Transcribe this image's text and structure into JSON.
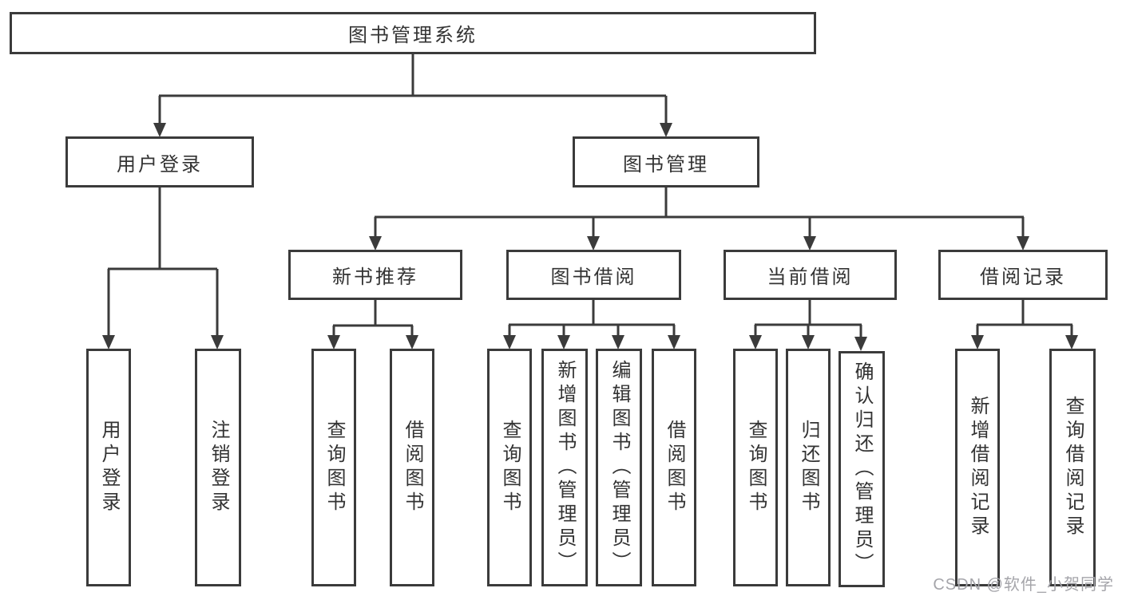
{
  "tree": {
    "root": {
      "label": "图书管理系统",
      "children": [
        {
          "label": "用户登录",
          "children": [
            {
              "label": "用户登录"
            },
            {
              "label": "注销登录"
            }
          ]
        },
        {
          "label": "图书管理",
          "children": [
            {
              "label": "新书推荐",
              "children": [
                {
                  "label": "查询图书"
                },
                {
                  "label": "借阅图书"
                }
              ]
            },
            {
              "label": "图书借阅",
              "children": [
                {
                  "label": "查询图书"
                },
                {
                  "label": "新增图书（管理员）"
                },
                {
                  "label": "编辑图书（管理员）"
                },
                {
                  "label": "借阅图书"
                }
              ]
            },
            {
              "label": "当前借阅",
              "children": [
                {
                  "label": "查询图书"
                },
                {
                  "label": "归还图书"
                },
                {
                  "label": "确认归还（管理员）"
                }
              ]
            },
            {
              "label": "借阅记录",
              "children": [
                {
                  "label": "新增借阅记录"
                },
                {
                  "label": "查询借阅记录"
                }
              ]
            }
          ]
        }
      ]
    }
  },
  "watermark": {
    "text": "CSDN @软件_小贺同学"
  },
  "colors": {
    "line": "#3b3b3b",
    "box_border": "#3b3b3b",
    "text": "#333333",
    "background": "#ffffff",
    "watermark": "#a5a5aa"
  }
}
